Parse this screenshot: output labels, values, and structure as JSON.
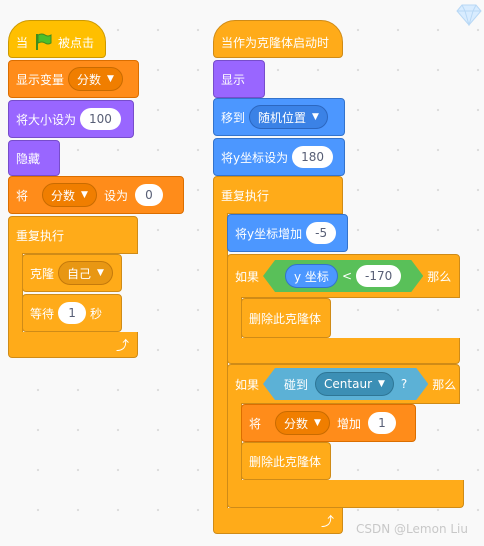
{
  "left_script": {
    "when_flag": {
      "before": "当",
      "after": "被点击"
    },
    "show_variable": {
      "label": "显示变量",
      "var": "分数"
    },
    "set_size": {
      "label": "将大小设为",
      "value": "100"
    },
    "hide": {
      "label": "隐藏"
    },
    "set_var": {
      "label": "将",
      "var": "分数",
      "mid": "设为",
      "value": "0"
    },
    "forever": {
      "label": "重复执行"
    },
    "clone": {
      "label": "克隆",
      "target": "自己"
    },
    "wait": {
      "label": "等待",
      "value": "1",
      "unit": "秒"
    }
  },
  "right_script": {
    "clone_hat": {
      "label": "当作为克隆体启动时"
    },
    "show": {
      "label": "显示"
    },
    "goto": {
      "label": "移到",
      "target": "随机位置"
    },
    "set_y": {
      "label": "将y坐标设为",
      "value": "180"
    },
    "forever": {
      "label": "重复执行"
    },
    "change_y": {
      "label": "将y坐标增加",
      "value": "-5"
    },
    "if1": {
      "if": "如果",
      "reporter": "y 坐标",
      "op": "<",
      "value": "-170",
      "then": "那么"
    },
    "delete1": {
      "label": "删除此克隆体"
    },
    "if2": {
      "if": "如果",
      "touch": "碰到",
      "target": "Centaur",
      "then": "那么"
    },
    "change_var": {
      "label": "将",
      "var": "分数",
      "mid": "增加",
      "value": "1"
    },
    "delete2": {
      "label": "删除此克隆体"
    }
  },
  "watermark": "CSDN @Lemon Liu",
  "icons": {
    "flag": "green-flag-icon",
    "loop": "loop-arrow-icon",
    "dropdown": "caret-down-icon",
    "gem": "diamond-icon"
  },
  "colors": {
    "events": "#ffbf00",
    "control": "#ffab19",
    "variables": "#ff8c1a",
    "looks": "#9966ff",
    "motion": "#4c97ff",
    "operators": "#59c059",
    "sensing": "#5cb1d6"
  }
}
